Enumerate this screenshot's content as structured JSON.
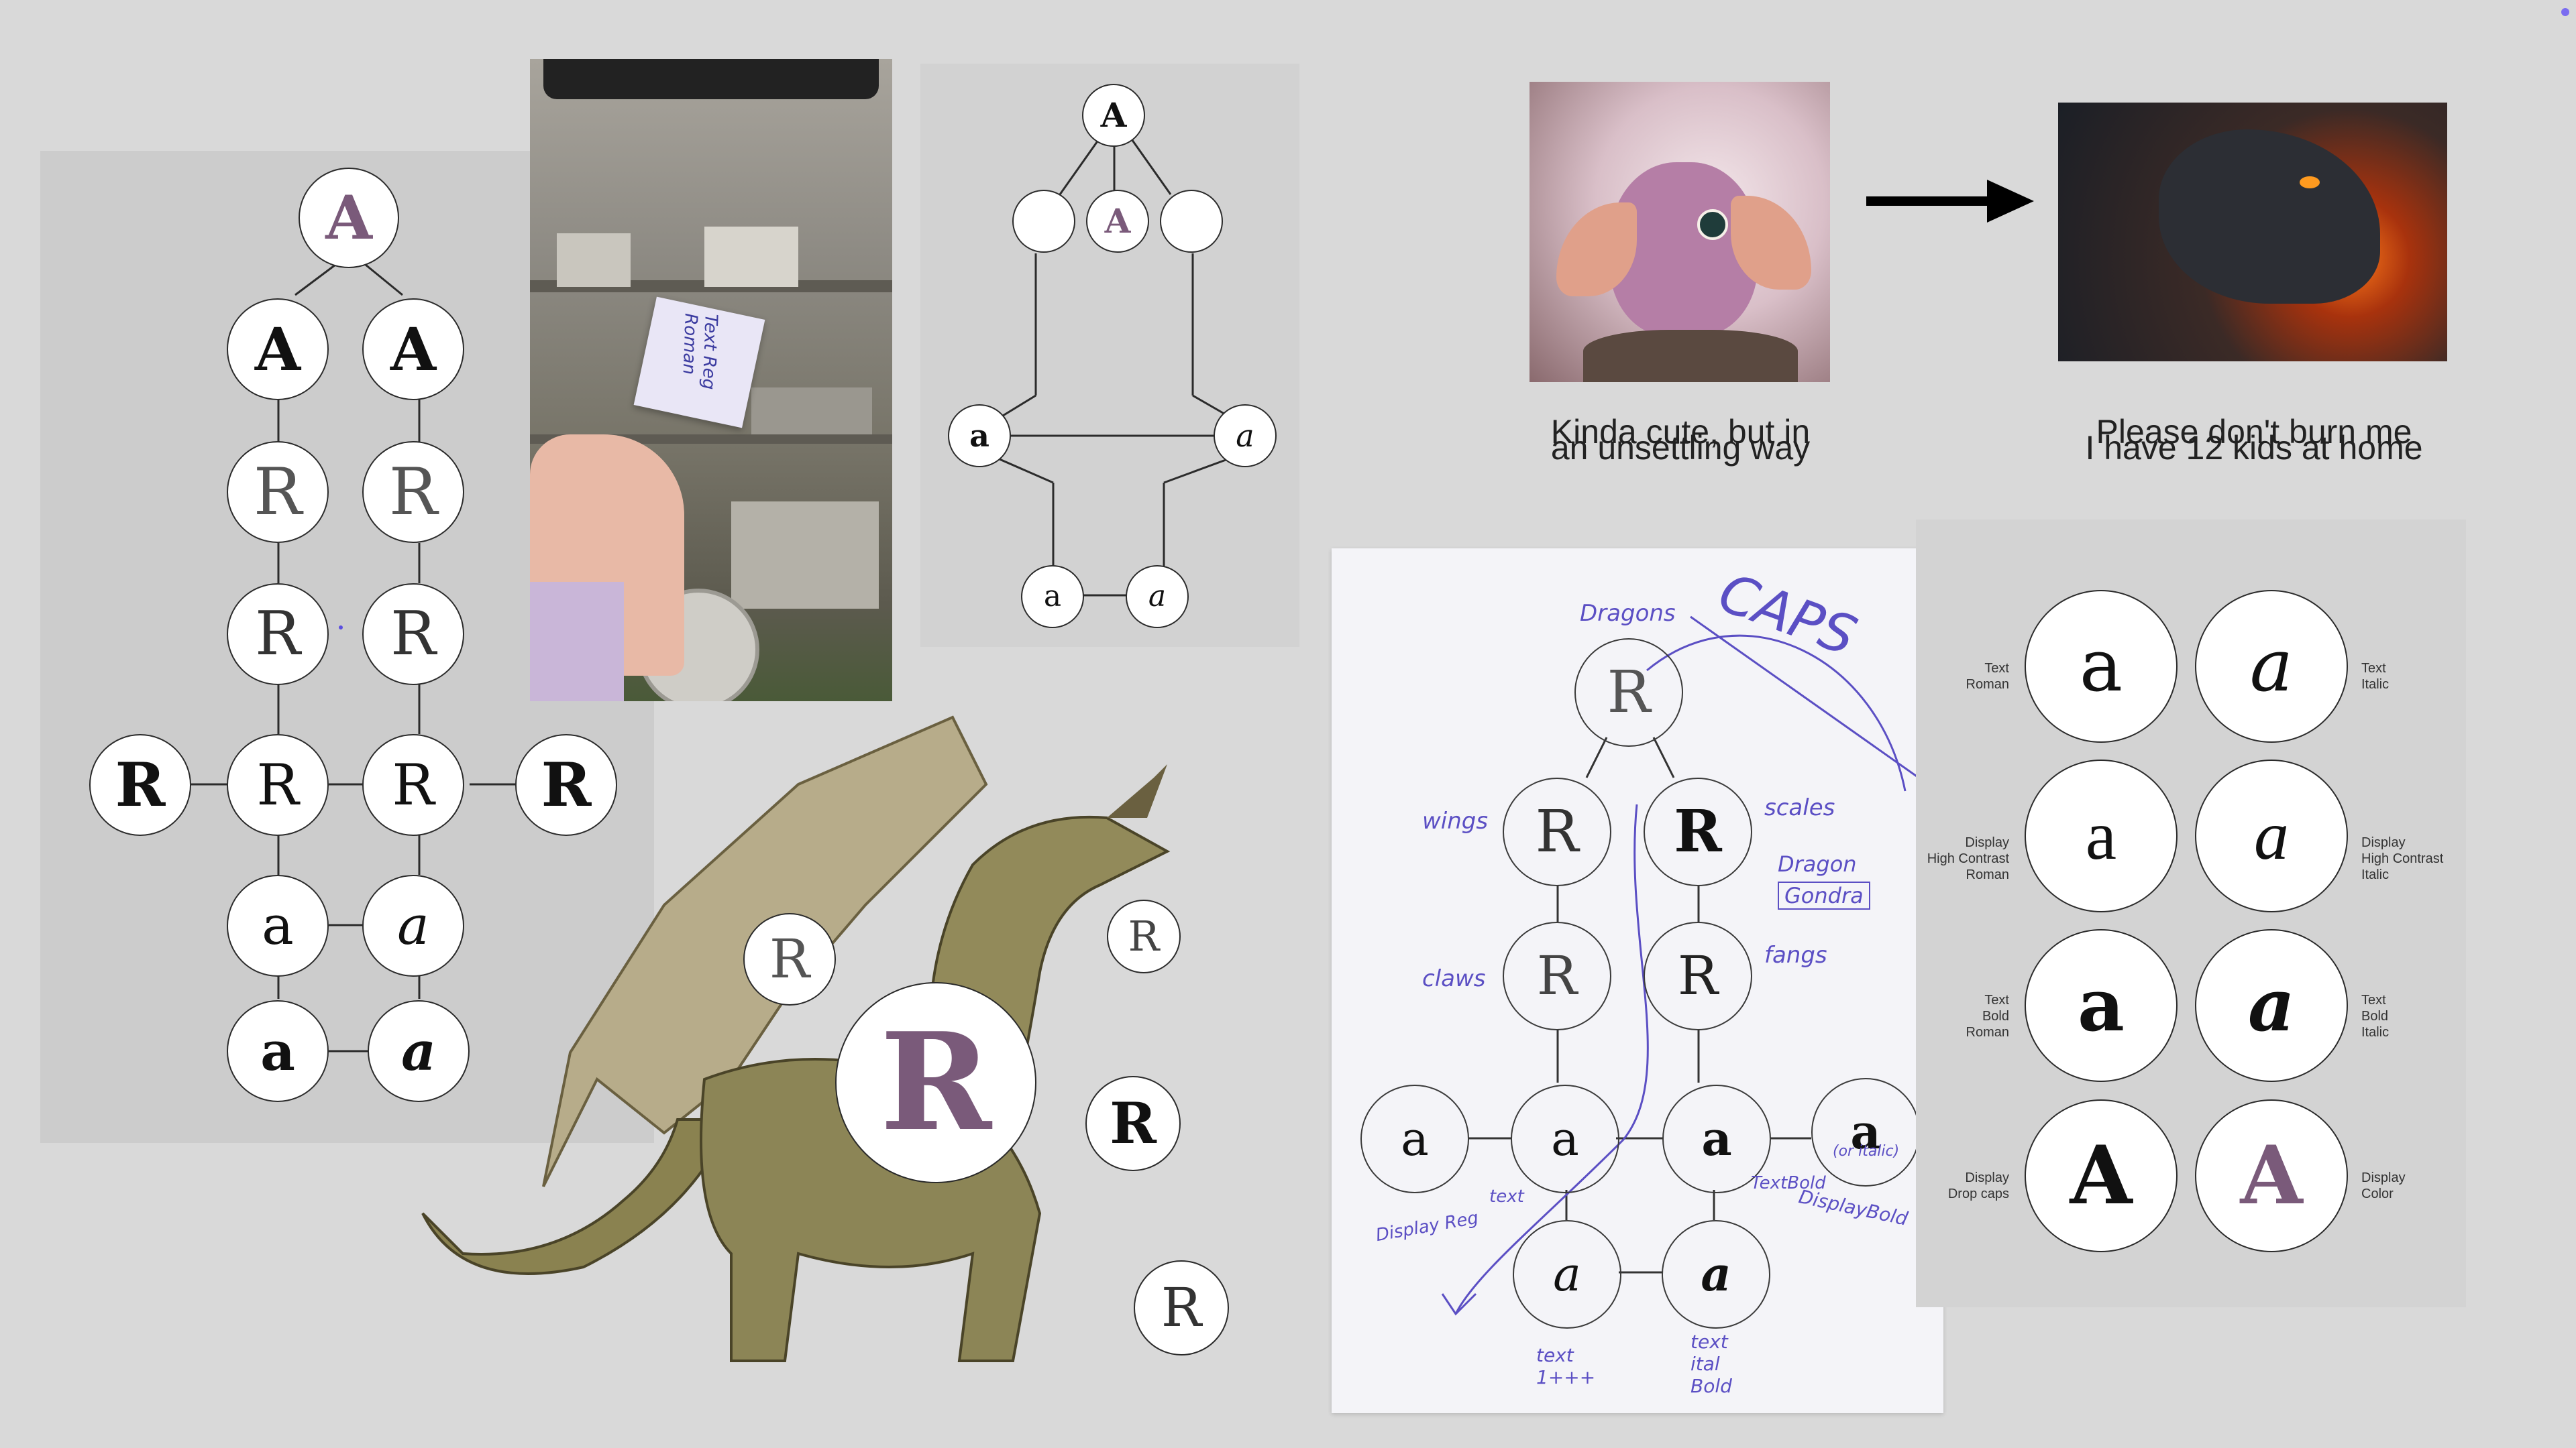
{
  "tree_left": {
    "nodes": [
      "A",
      "A",
      "A",
      "R",
      "R",
      "R",
      "R",
      "R",
      "R",
      "R",
      "R",
      "a",
      "a",
      "a",
      "a"
    ]
  },
  "tree_center": {
    "nodes": [
      "A",
      "A",
      "a",
      "a",
      "a",
      "a"
    ]
  },
  "photo_note": {
    "text": "Text Reg Roman"
  },
  "dragon_compare": {
    "left_caption_line1": "Kinda cute, but in",
    "left_caption_line2": "an unsettling way",
    "right_caption_line1": "Please don't burn me",
    "right_caption_line2": "I have 12 kids at home"
  },
  "sketch": {
    "notes": [
      "Dragons",
      "CAPS",
      "scales",
      "wings",
      "Dragon",
      "Gondra",
      "fangs",
      "claws",
      "text",
      "TextBold",
      "DisplayBold",
      "Display Reg",
      "text 1+++",
      "text ital Bold",
      "(or italic)"
    ]
  },
  "legend": {
    "rows": [
      {
        "left_label": "Text\nRoman",
        "left_glyph": "a",
        "right_glyph": "a",
        "right_label": "Text\nItalic"
      },
      {
        "left_label": "Display\nHigh Contrast\nRoman",
        "left_glyph": "a",
        "right_glyph": "a",
        "right_label": "Display\nHigh Contrast\nItalic"
      },
      {
        "left_label": "Text\nBold\nRoman",
        "left_glyph": "a",
        "right_glyph": "a",
        "right_label": "Text\nBold\nItalic"
      },
      {
        "left_label": "Display\nDrop caps",
        "left_glyph": "A",
        "right_glyph": "A",
        "right_label": "Display\nColor"
      }
    ]
  },
  "dragon_nodes": [
    "R",
    "R",
    "R",
    "R",
    "R"
  ],
  "colors": {
    "accent_purple": "#7a5a7a",
    "canvas": "#d9d9d9",
    "panel": "#cccccc",
    "dot": "#5b4fe0"
  }
}
